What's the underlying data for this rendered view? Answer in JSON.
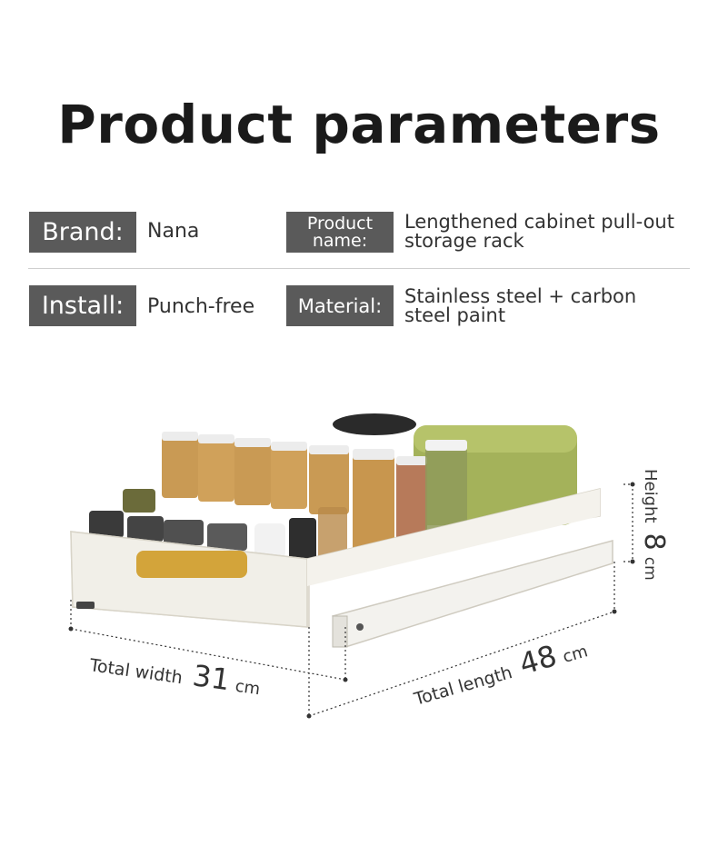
{
  "title": "Product parameters",
  "params": {
    "brand_label": "Brand:",
    "brand_value": "Nana",
    "product_name_label_line1": "Product",
    "product_name_label_line2": "name:",
    "product_name_value_line1": "Lengthened cabinet pull-out",
    "product_name_value_line2": "storage rack",
    "install_label": "Install:",
    "install_value": "Punch-free",
    "material_label": "Material:",
    "material_value_line1": "Stainless steel + carbon",
    "material_value_line2": "steel paint"
  },
  "dimensions": {
    "width_label": "Total width",
    "width_value": "31",
    "width_unit": "cm",
    "length_label": "Total length",
    "length_value": "48",
    "length_unit": "cm",
    "height_label": "Height",
    "height_value": "8",
    "height_unit": "cm"
  },
  "colors": {
    "label_bg": "#5a5a5a",
    "rack": "#efece4",
    "handle": "#d3a43a",
    "green_box": "#a4b25a"
  }
}
